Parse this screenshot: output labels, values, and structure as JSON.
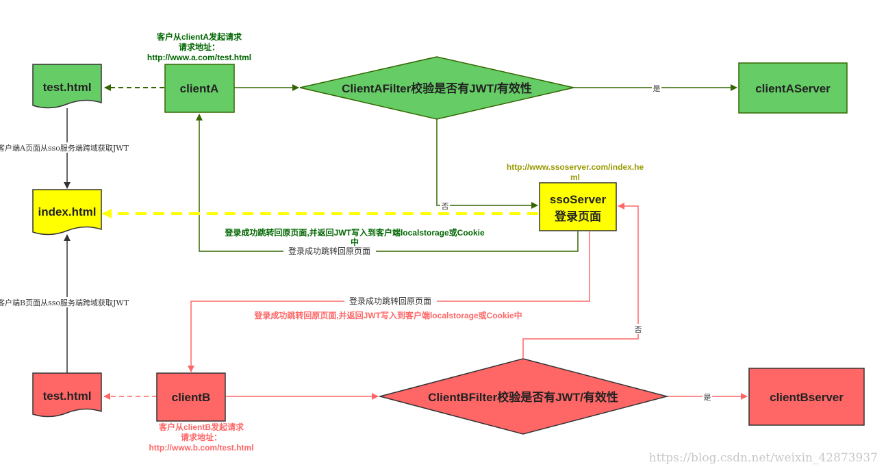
{
  "nodes": {
    "test_html_a": "test.html",
    "clientA": "clientA",
    "clientA_filter": "ClientAFilter校验是否有JWT/有效性",
    "clientA_server": "clientAServer",
    "index_html": "index.html",
    "sso_server_line1": "ssoServer",
    "sso_server_line2": "登录页面",
    "test_html_b": "test.html",
    "clientB": "clientB",
    "clientB_filter": "ClientBFilter校验是否有JWT/有效性",
    "clientB_server": "clientBserver"
  },
  "annotations": {
    "clientA_request_line1": "客户从clientA发起请求",
    "clientA_request_line2": "请求地址：",
    "clientA_request_url": "http://www.a.com/test.html",
    "sso_url_line1": "http://www.ssoserver.com/index.he",
    "sso_url_line2": "ml",
    "green_return_note_line1": "登录成功跳转回原页面,并返回JWT写入到客户端localstorage或Cookie",
    "green_return_note_line2": "中",
    "red_return_note": "登录成功跳转回原页面,并返回JWT写入到客户端localstorage或Cookie中",
    "clientB_request_line1": "客户从clientB发起请求",
    "clientB_request_line2": "请求地址：",
    "clientB_request_url": "http://www.b.com/test.html"
  },
  "edge_labels": {
    "a_yes": "是",
    "a_no": "否",
    "a_jwt_fetch": "客户端A页面从sso服务端跨域获取JWT",
    "b_jwt_fetch": "客户端B页面从sso服务端跨域获取JWT",
    "a_login_success": "登录成功跳转回原页面",
    "b_login_success": "登录成功跳转回原页面",
    "b_no": "否",
    "b_yes": "是"
  },
  "watermark": "https://blog.csdn.net/weixin_42873937",
  "colors": {
    "green_fill": "#66cc66",
    "green_line": "#336600",
    "green_text": "#006600",
    "yellow_fill": "#ffff00",
    "yellow_text": "#999900",
    "red_fill": "#ff6666",
    "red_line": "#ff6666",
    "dark_line": "#333333"
  }
}
